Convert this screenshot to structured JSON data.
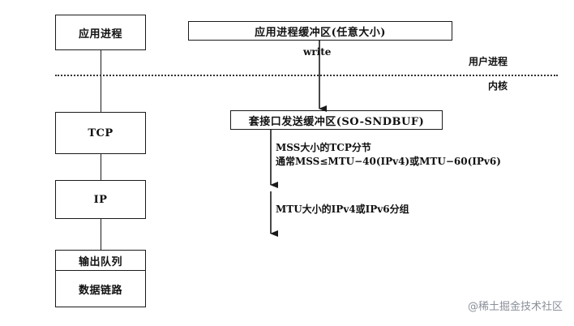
{
  "left_stack": {
    "app_process": "应用进程",
    "tcp": "TCP",
    "ip": "IP",
    "output_queue": "输出队列",
    "datalink": "数据链路"
  },
  "right_flow": {
    "app_buffer": "应用进程缓冲区(任意大小)",
    "write_label": "write",
    "socket_buffer": "套接口发送缓冲区(SO-SNDBUF)",
    "mss_line1": "MSS大小的TCP分节",
    "mss_line2": "通常MSS≤MTU−40(IPv4)或MTU−60(IPv6)",
    "mtu_label": "MTU大小的IPv4或IPv6分组"
  },
  "divider": {
    "user_label": "用户进程",
    "kernel_label": "内核"
  },
  "watermark": "@稀土掘金技术社区"
}
